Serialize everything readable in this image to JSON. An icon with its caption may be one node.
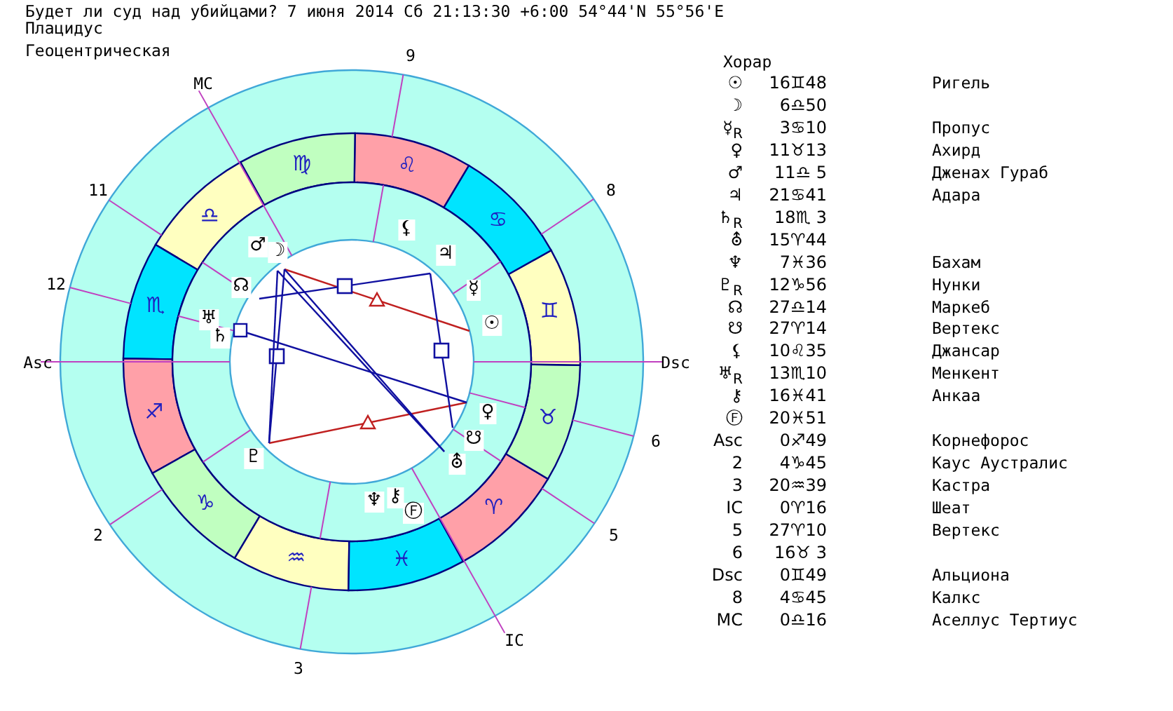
{
  "diagram": {
    "title": "Будет ли суд над убийцами? 7 июня 2014 Сб 21:13:30 +6:00 54°44'N 55°56'E",
    "labels": [
      "Плацидус",
      "Геоцентрическая",
      "9",
      "MC",
      "11",
      "8",
      "12",
      "Asc",
      "Dsc",
      "6",
      "2",
      "5",
      "IC",
      "3",
      "♍",
      "♌",
      "♎",
      "♋",
      "♏",
      "♊",
      "♐",
      "♉",
      "♑",
      "♈",
      "♒",
      "♓",
      "♂",
      "☽",
      "⚸",
      "♃",
      "☿",
      "☉",
      "☊",
      "♅",
      "♄",
      "♀",
      "☋",
      "♇",
      "⛢",
      "♆",
      "⚷",
      "Ⓕ",
      "Хорар",
      "☉",
      "16♊48",
      "Ригель",
      "☽",
      "6♎50",
      "☿$_{R}$",
      "3♋10",
      "Пропус",
      "♀",
      "11♉13",
      "Ахирд",
      "♂",
      "11♎ 5",
      "Дженах Гураб",
      "♃",
      "21♋41",
      "Адара",
      "♄$_{R}$",
      "18♏ 3",
      "⛢",
      "15♈44",
      "♆",
      "7♓36",
      "Бахам",
      "♇$_{R}$",
      "12♑56",
      "Нунки",
      "☊",
      "27♎14",
      "Маркеб",
      "☋",
      "27♈14",
      "Вертекс",
      "⚸",
      "10♌35",
      "Джансар",
      "♅$_{R}$",
      "13♏10",
      "Менкент",
      "⚷",
      "16♓41",
      "Анкаа",
      "Ⓕ",
      "20♓51",
      "Asc",
      "0♐49",
      "Корнефорос",
      "2",
      "4♑45",
      "Каус Аустралис",
      "3",
      "20♒39",
      "Кастра",
      "IC",
      "0♈16",
      "Шеат",
      "5",
      "27♈10",
      "Вертекс",
      "6",
      "16♉ 3",
      "Dsc",
      "0♊49",
      "Альциона",
      "8",
      "4♋45",
      "Калкс",
      "MC",
      "0♎16",
      "Аселлус Тертиус"
    ]
  }
}
